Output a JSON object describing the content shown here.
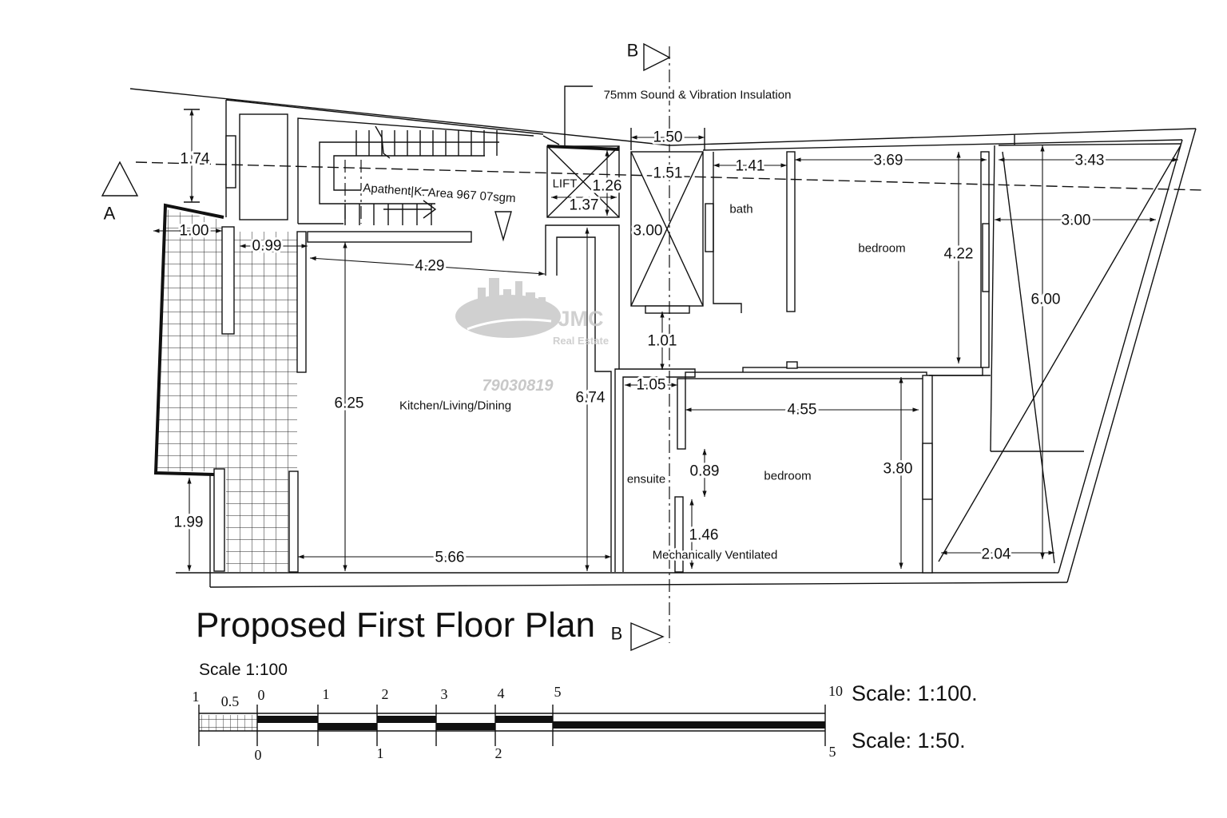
{
  "drawing": {
    "title": "Proposed First Floor Plan",
    "scale_note": "Scale 1:100"
  },
  "section_markers": {
    "a": "A",
    "b_top": "B",
    "b_bottom": "B"
  },
  "annotations": {
    "insulation": "75mm Sound & Vibration Insulation",
    "area": "Apathent|K. Area 967 07sgm",
    "ventilation": "Mechanically Ventilated"
  },
  "rooms": {
    "kitchen": "Kitchen/Living/Dining",
    "bath": "bath",
    "bedroom_top": "bedroom",
    "bedroom_bottom": "bedroom",
    "ensuite": "ensuite",
    "lift": "LIFT"
  },
  "dimensions": {
    "left_upper": "1.74",
    "balcony_width": "1.00",
    "passage_width": "0.99",
    "kitchen_top_width": "4.29",
    "kitchen_depth_left": "6.25",
    "kitchen_depth_right": "6.74",
    "kitchen_bottom_width": "5.66",
    "left_lower": "1.99",
    "lift_width": "1.26",
    "lift_depth": "1.37",
    "shaft_width_top": "1.50",
    "shaft_width": "1.51",
    "shaft_depth": "3.00",
    "bath_width": "1.41",
    "bedroom_top_width": "3.69",
    "bedroom_top_depth": "4.22",
    "right_room_top_width": "3.43",
    "right_room_mid_width": "3.00",
    "right_room_depth": "6.00",
    "corridor_width": "1.01",
    "ensuite_width": "1.05",
    "bedroom_bottom_width": "4.55",
    "door_gap": "0.89",
    "ensuite_lower": "1.46",
    "bedroom_bottom_depth": "3.80",
    "right_room_bottom_width": "2.04"
  },
  "scale_bar": {
    "top_labels": [
      "1",
      "0.5",
      "0",
      "1",
      "2",
      "3",
      "4",
      "5",
      "10"
    ],
    "bottom_labels": [
      "0",
      "1",
      "2",
      "5"
    ],
    "scale_100": "Scale: 1:100.",
    "scale_50": "Scale: 1:50."
  },
  "watermark": {
    "brand": "JMC",
    "tagline": "Real Estate",
    "phone": "79030819"
  },
  "colors": {
    "ink": "#111111",
    "watermark": "#c8c8c8",
    "background": "#ffffff"
  }
}
